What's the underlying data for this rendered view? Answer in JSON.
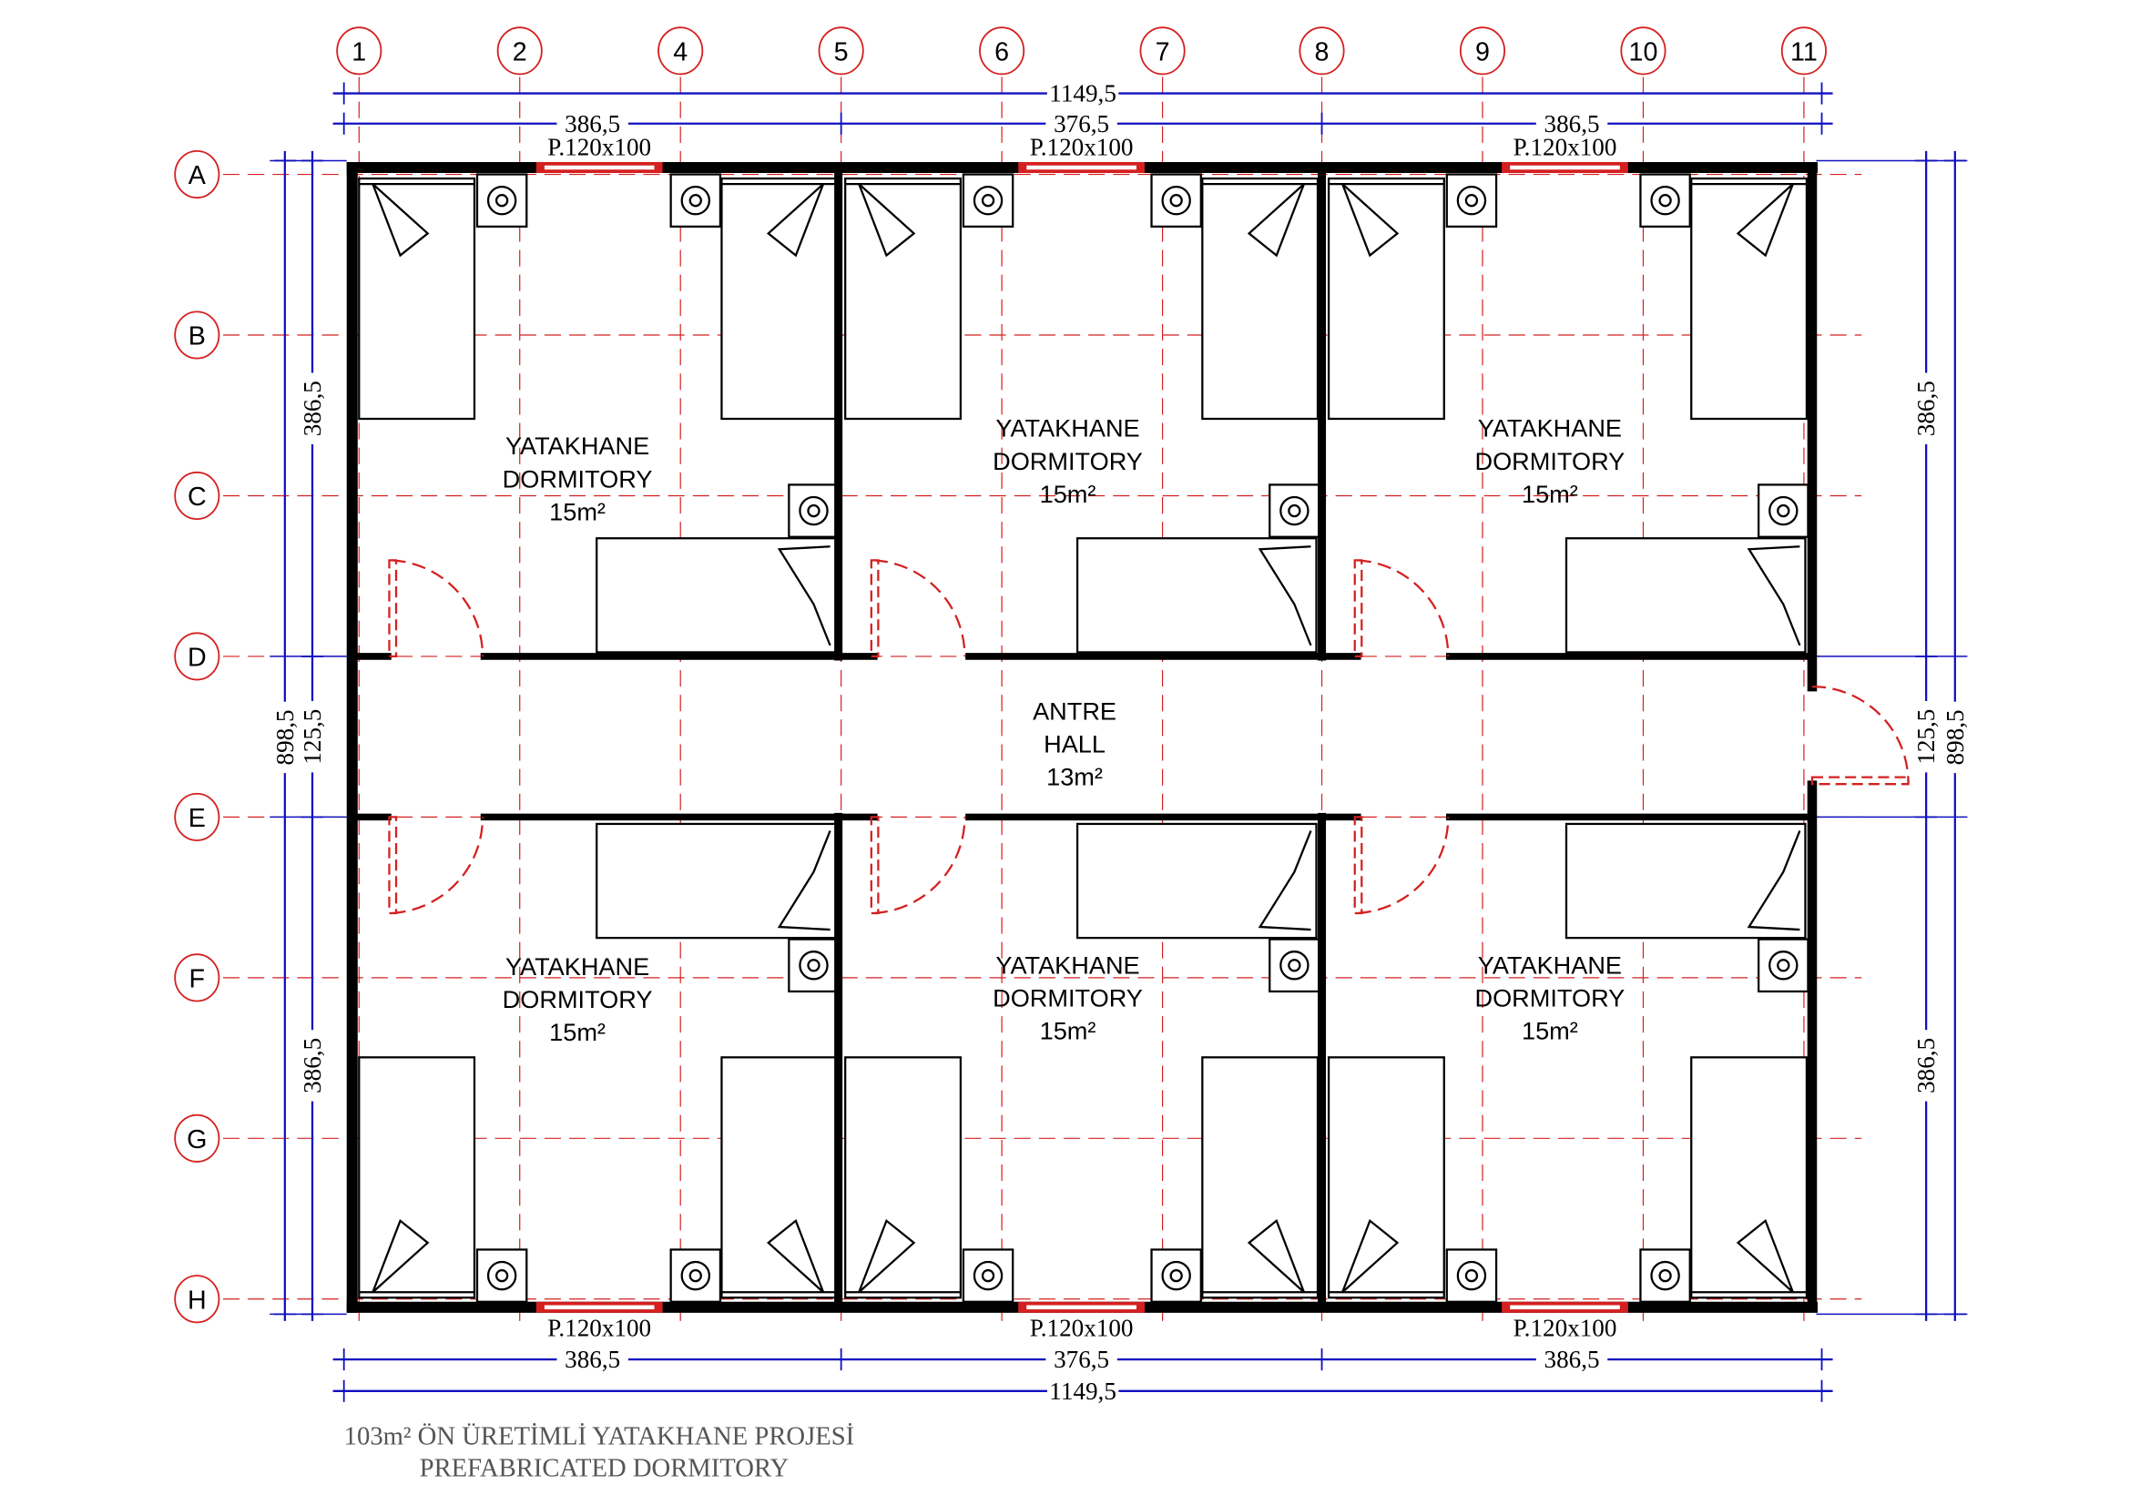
{
  "grid": {
    "columns": [
      "1",
      "2",
      "4",
      "5",
      "6",
      "7",
      "8",
      "9",
      "10",
      "11"
    ],
    "rows": [
      "A",
      "B",
      "C",
      "D",
      "E",
      "F",
      "G",
      "H"
    ]
  },
  "dimensions": {
    "overall_width": "1149,5",
    "top_segments": [
      "386,5",
      "376,5",
      "386,5"
    ],
    "bottom_segments": [
      "386,5",
      "376,5",
      "386,5"
    ],
    "overall_depth": "898,5",
    "left_segments": [
      "386,5",
      "125,5",
      "386,5"
    ],
    "right_segments": [
      "386,5",
      "125,5",
      "386,5"
    ]
  },
  "windows": {
    "label": "P.120x100"
  },
  "rooms": [
    {
      "name_tr": "YATAKHANE",
      "name_en": "DORMITORY",
      "area": "15m²"
    },
    {
      "name_tr": "YATAKHANE",
      "name_en": "DORMITORY",
      "area": "15m²"
    },
    {
      "name_tr": "YATAKHANE",
      "name_en": "DORMITORY",
      "area": "15m²"
    },
    {
      "name_tr": "YATAKHANE",
      "name_en": "DORMITORY",
      "area": "15m²"
    },
    {
      "name_tr": "YATAKHANE",
      "name_en": "DORMITORY",
      "area": "15m²"
    },
    {
      "name_tr": "YATAKHANE",
      "name_en": "DORMITORY",
      "area": "15m²"
    }
  ],
  "hall": {
    "name_tr": "ANTRE",
    "name_en": "HALL",
    "area": "13m²"
  },
  "title": {
    "line1": "103m² ÖN ÜRETİMLİ YATAKHANE PROJESİ",
    "line2": "PREFABRICATED DORMITORY"
  },
  "colors": {
    "wall": "#000000",
    "grid": "#d42020",
    "dimension": "#1010c0",
    "title": "#555555"
  }
}
